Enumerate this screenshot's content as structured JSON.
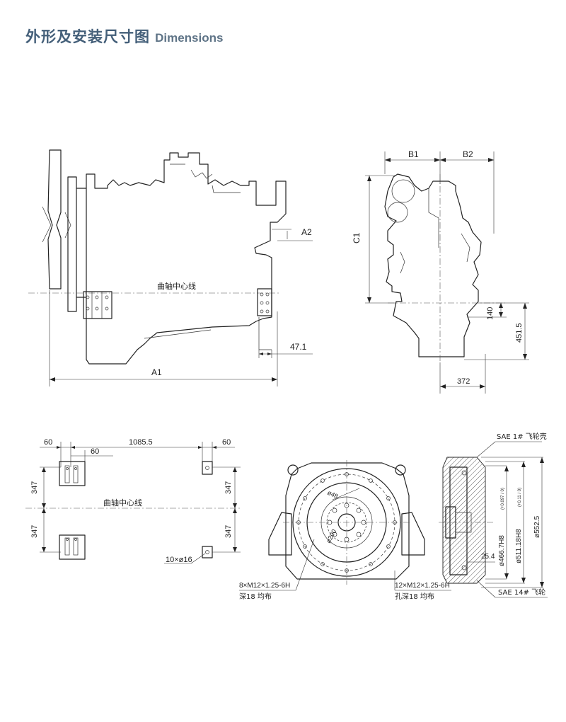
{
  "header": {
    "title_cn": "外形及安装尺寸图",
    "title_en": "Dimensions"
  },
  "side_view": {
    "centerline_label": "曲轴中心线",
    "dim_a1": "A1",
    "dim_a2": "A2",
    "dim_47": "47.1"
  },
  "front_view": {
    "dim_b1": "B1",
    "dim_b2": "B2",
    "dim_c1": "C1",
    "dim_140": "140",
    "dim_451": "451.5",
    "dim_372": "372"
  },
  "plan_view": {
    "dim_60_left": "60",
    "dim_60_mid": "60",
    "dim_1085": "1085.5",
    "dim_60_right": "60",
    "dim_347_tl": "347",
    "dim_347_bl": "347",
    "dim_347_tr": "347",
    "dim_347_br": "347",
    "centerline_label": "曲轴中心线",
    "holes_label": "10×ø16"
  },
  "flywheel_view": {
    "dim_48": "ø48",
    "dim_200": "ø200",
    "callout_left_1": "8×M12×1.25-6H",
    "callout_left_2": "深18 均布",
    "callout_right_1": "12×M12×1.25-6H",
    "callout_right_2": "孔深18 均布"
  },
  "section_view": {
    "housing_label": "SAE 1# 飞轮壳",
    "flywheel_label": "SAE 14# 飞轮",
    "dim_466": "ø466.7H8",
    "dim_466_tol": "(+0.097 / 0)",
    "dim_511": "ø511.18H8",
    "dim_511_tol": "(+0.11 / 0)",
    "dim_552": "ø552.5",
    "dim_25": "25.4"
  }
}
